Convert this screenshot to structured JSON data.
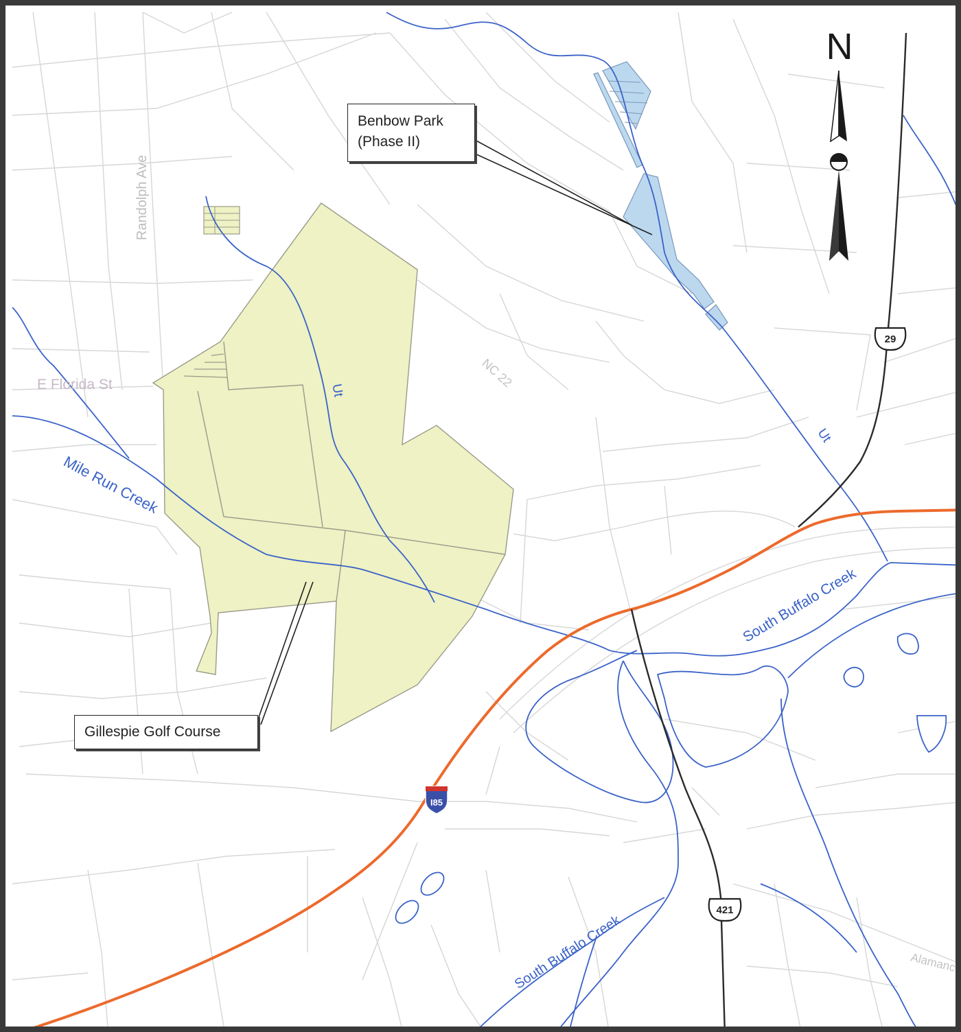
{
  "colors": {
    "water": "#3a62c8",
    "street": "#d6d6d6",
    "interstate": "#ec6a2c",
    "us_highway": "#2a2a2a",
    "golf_fill": "#eef2c4",
    "golf_stroke": "#9a9a8a",
    "park_fill": "#bcd8ef",
    "park_stroke": "#7a97b8",
    "frame": "#3a3a3a"
  },
  "callouts": {
    "benbow_line1": "Benbow Park",
    "benbow_line2": "(Phase II)",
    "gillespie": "Gillespie Golf Course"
  },
  "labels": {
    "randolph_ave": "Randolph Ave",
    "e_florida_st": "E Florida St",
    "nc22": "NC 22",
    "ut_west": "Ut",
    "ut_east": "Ut",
    "mile_run_creek": "Mile Run Creek",
    "south_buffalo_creek_east": "South Buffalo Creek",
    "south_buffalo_creek_south": "South Buffalo Creek",
    "alamance": "Alamanc"
  },
  "shields": {
    "interstate": "I85",
    "us_29": "29",
    "us_421": "421"
  },
  "north_arrow": {
    "letter": "N",
    "icon": "north-arrow-icon"
  }
}
